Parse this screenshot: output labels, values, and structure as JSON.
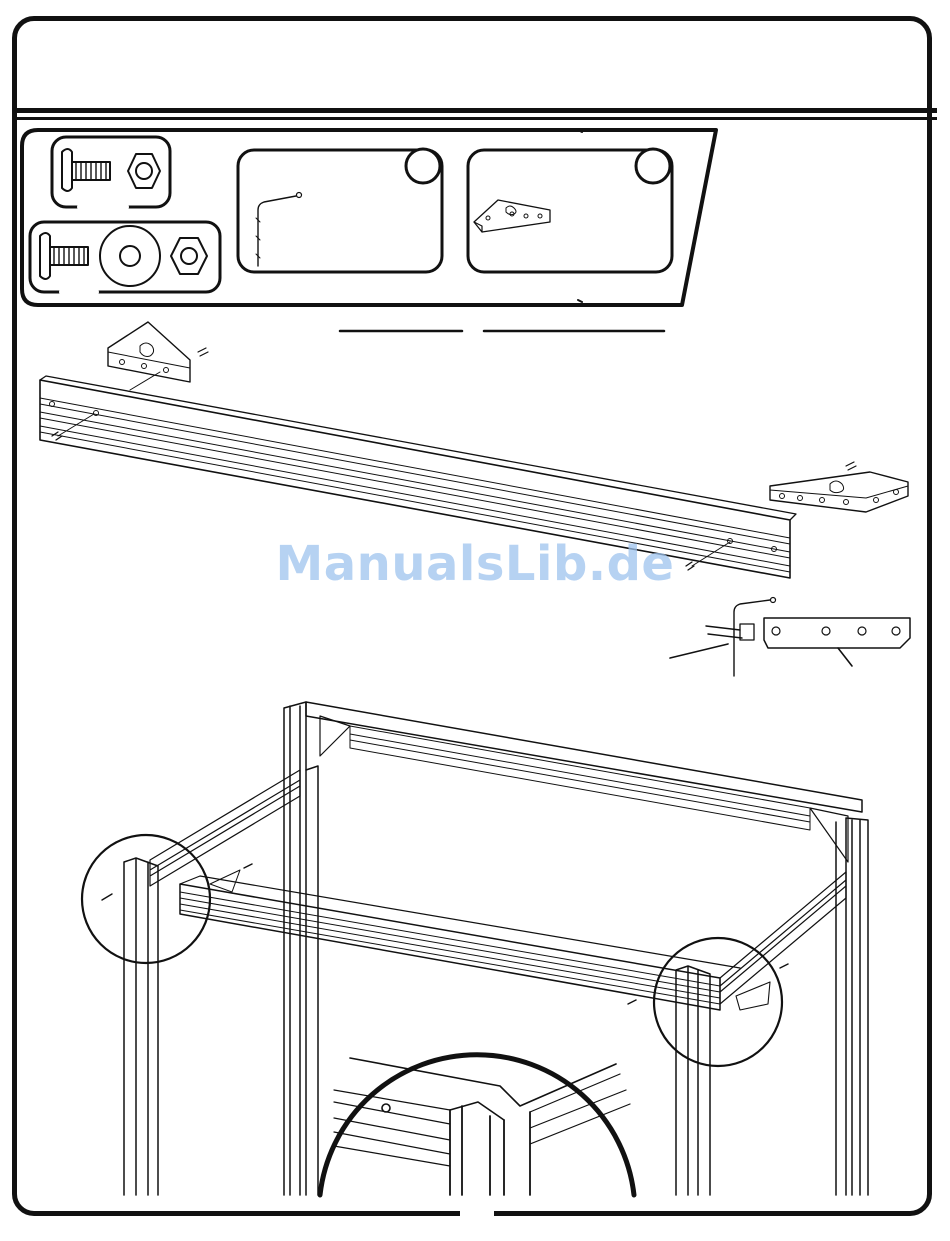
{
  "document": {
    "type": "assembly-instruction-page",
    "watermark": "ManualsLib.de"
  },
  "hardware_panel": {
    "items": [
      {
        "name": "screw-and-nut-set",
        "icon": "screw-nut-icon"
      },
      {
        "name": "screw-washer-nut-set",
        "icon": "screw-washer-nut-icon"
      },
      {
        "name": "wire-rod-part",
        "icon": "wire-rod-icon"
      },
      {
        "name": "corner-brackets-part",
        "icon": "bracket-icon"
      }
    ]
  },
  "colors": {
    "ink": "#111111",
    "watermark": "#9ec3ee"
  }
}
